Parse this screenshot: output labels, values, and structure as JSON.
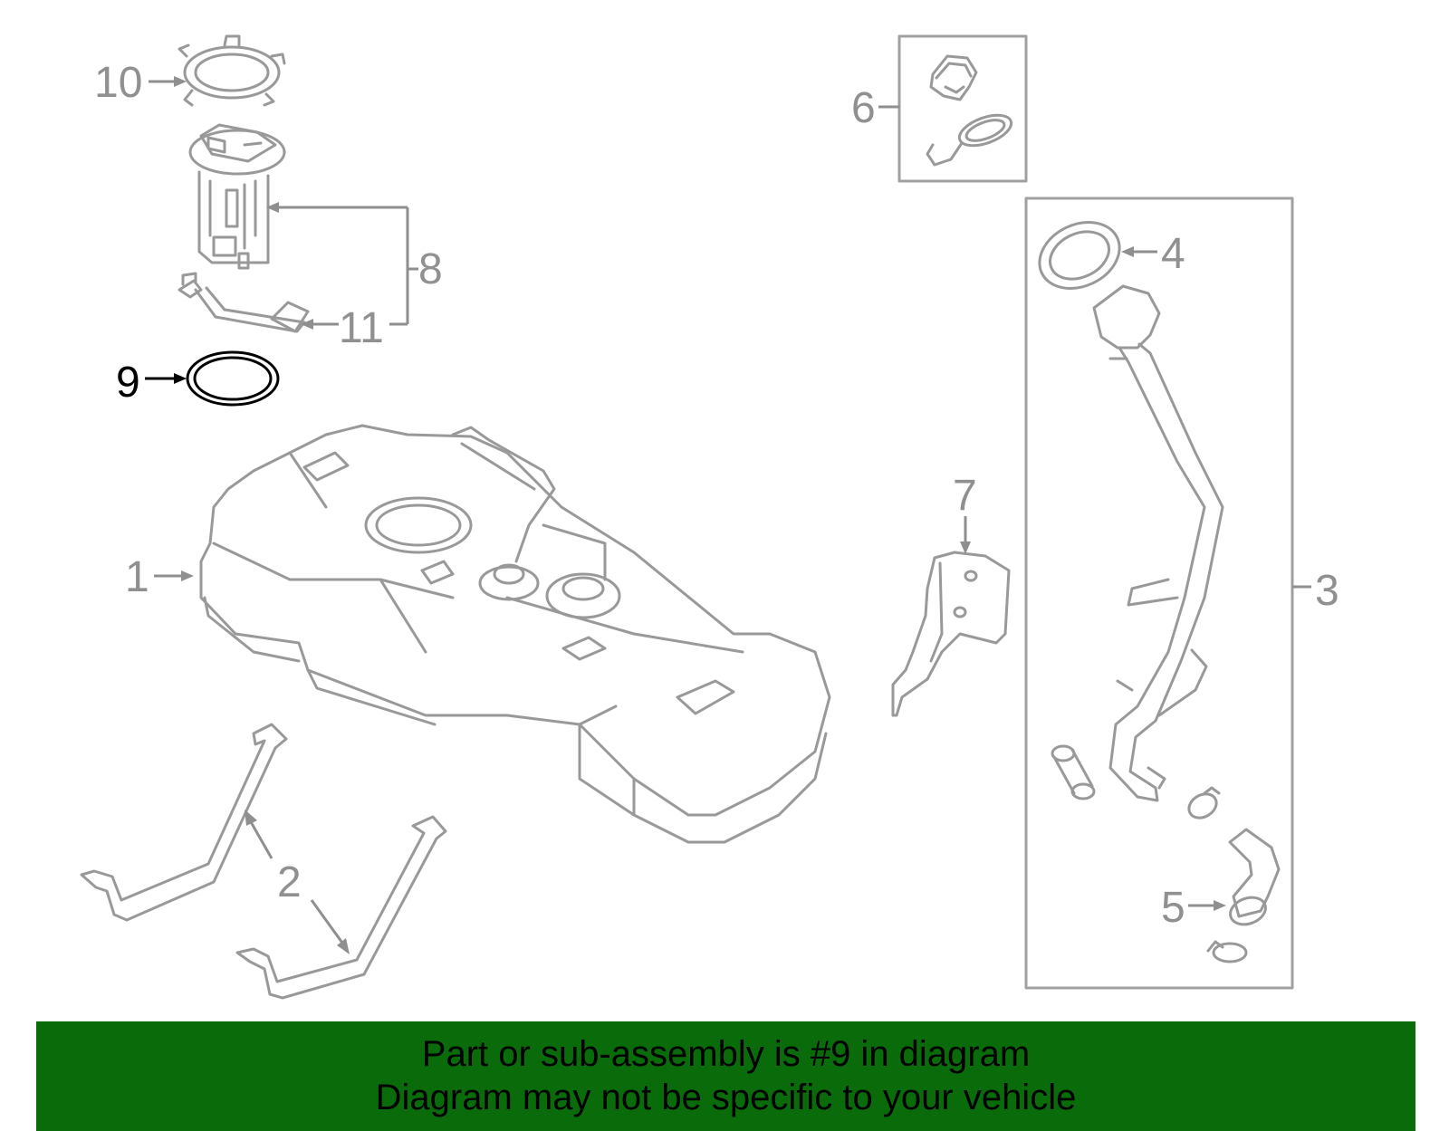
{
  "callouts": {
    "c1": "1",
    "c2": "2",
    "c3": "3",
    "c4": "4",
    "c5": "5",
    "c6": "6",
    "c7": "7",
    "c8": "8",
    "c9": "9",
    "c10": "10",
    "c11": "11"
  },
  "highlighted_part": "9",
  "colors": {
    "line_art": "#999999",
    "highlight": "#000000",
    "banner_bg": "#0a6b0a",
    "banner_text": "#000000"
  },
  "banner": {
    "line1": "Part or sub-assembly is #9 in diagram",
    "line2": "Diagram may not be specific to your vehicle"
  }
}
